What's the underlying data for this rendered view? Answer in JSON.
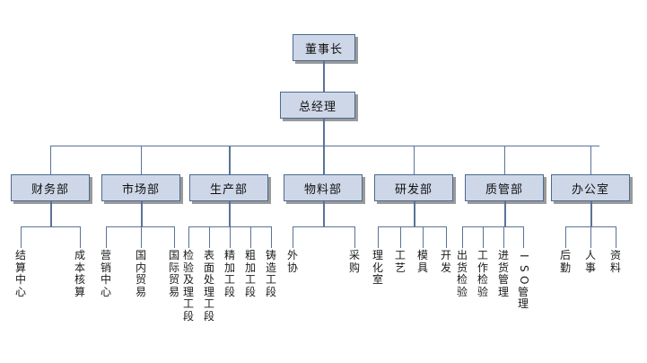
{
  "chart_data": {
    "type": "diagram",
    "title": "",
    "diagram_kind": "organization-chart",
    "orientation": "top-down",
    "levels": 3,
    "colors": {
      "box_fill": "#ced7e8",
      "box_border": "#4a6b91",
      "box_shadow": "#9a9a9a",
      "connector": "#5a7397",
      "text": "#111111",
      "background": "#ffffff"
    },
    "nodes_total": 34
  },
  "top": {
    "chairman": "董事长",
    "general_manager": "总经理"
  },
  "departments": [
    {
      "label": "财务部",
      "children": [
        "结算中心",
        "成本核算"
      ]
    },
    {
      "label": "市场部",
      "children": [
        "营销中心",
        "国内贸易",
        "国际贸易"
      ]
    },
    {
      "label": "生产部",
      "children": [
        "检验及理工段",
        "表面处理工段",
        "精加工段",
        "粗加工段",
        "铸造工段"
      ]
    },
    {
      "label": "物料部",
      "children": [
        "外协",
        "采购"
      ]
    },
    {
      "label": "研发部",
      "children": [
        "理化室",
        "工艺",
        "模具",
        "开发"
      ]
    },
    {
      "label": "质管部",
      "children": [
        "出货检验",
        "工作检验",
        "进货管理",
        "ISO管理"
      ]
    },
    {
      "label": "办公室",
      "children": [
        "后勤",
        "人事",
        "资料"
      ]
    }
  ]
}
